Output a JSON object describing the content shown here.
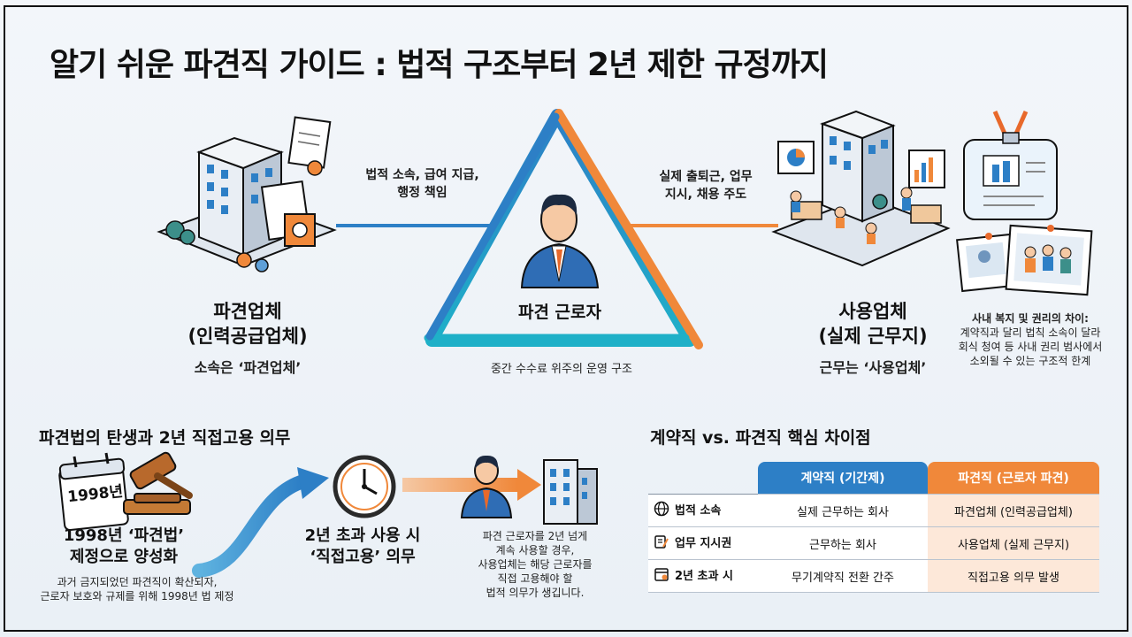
{
  "title": "알기 쉬운 파견직 가이드 : 법적 구조부터 2년 제한 규정까지",
  "triangle": {
    "center_label": "파견 근로자",
    "left_edge": [
      "법적 소속, 급여 지급,",
      "행정 책임"
    ],
    "right_edge": [
      "실제 출퇴근, 업무",
      "지시, 채용 주도"
    ],
    "bottom_edge": "중간 수수료 위주의 운영 구조"
  },
  "dispatch_company": {
    "name": "파견업체",
    "sub": "(인력공급업체)",
    "note": "소속은 ‘파견업체’"
  },
  "user_company": {
    "name": "사용업체",
    "sub": "(실제 근무지)",
    "note": "근무는 ‘사용업체’"
  },
  "welfare_note": {
    "title": "사내 복지 및 권리의 차이:",
    "lines": [
      "계약직과 달리 법칙 소속이 달라",
      "회식 청여 등 사내 권리 범사에서",
      "소외될 수 있는 구조적 한계"
    ]
  },
  "history": {
    "section_title": "파견법의 탄생과 2년 직접고용 의무",
    "calendar_label": "1998년",
    "step1_title": [
      "1998년 ‘파견법’",
      "제정으로 양성화"
    ],
    "step1_desc": [
      "과거 금지되었던 파견직이 확산되자,",
      "근로자 보호와 규제를 위해 1998년 법 제정"
    ],
    "step2_title": [
      "2년 초과 사용 시",
      "‘직접고용’ 의무"
    ],
    "step3_desc": [
      "파견 근로자를 2년 넘게",
      "계속 사용할 경우,",
      "사용업체는 해당 근로자를",
      "직접 고용해야 할",
      "법적 의무가 생깁니다."
    ]
  },
  "comparison": {
    "section_title": "계약직 vs. 파견직 핵심 차이점",
    "col_a": "계약직 (기간제)",
    "col_b": "파견직 (근로자 파견)",
    "rows": [
      {
        "label": "법적 소속",
        "icon": "globe-icon",
        "a": "실제 근무하는 회사",
        "b": "파견업체 (인력공급업체)"
      },
      {
        "label": "업무 지시권",
        "icon": "clipboard-pencil-icon",
        "a": "근무하는 회사",
        "b": "사용업체 (실제 근무지)"
      },
      {
        "label": "2년 초과 시",
        "icon": "calendar-icon",
        "a": "무기계약직 전환 간주",
        "b": "직접고용 의무 발생"
      }
    ]
  },
  "colors": {
    "blue": "#2d7fc6",
    "orange": "#f0883a",
    "teal": "#1fb0c8"
  }
}
